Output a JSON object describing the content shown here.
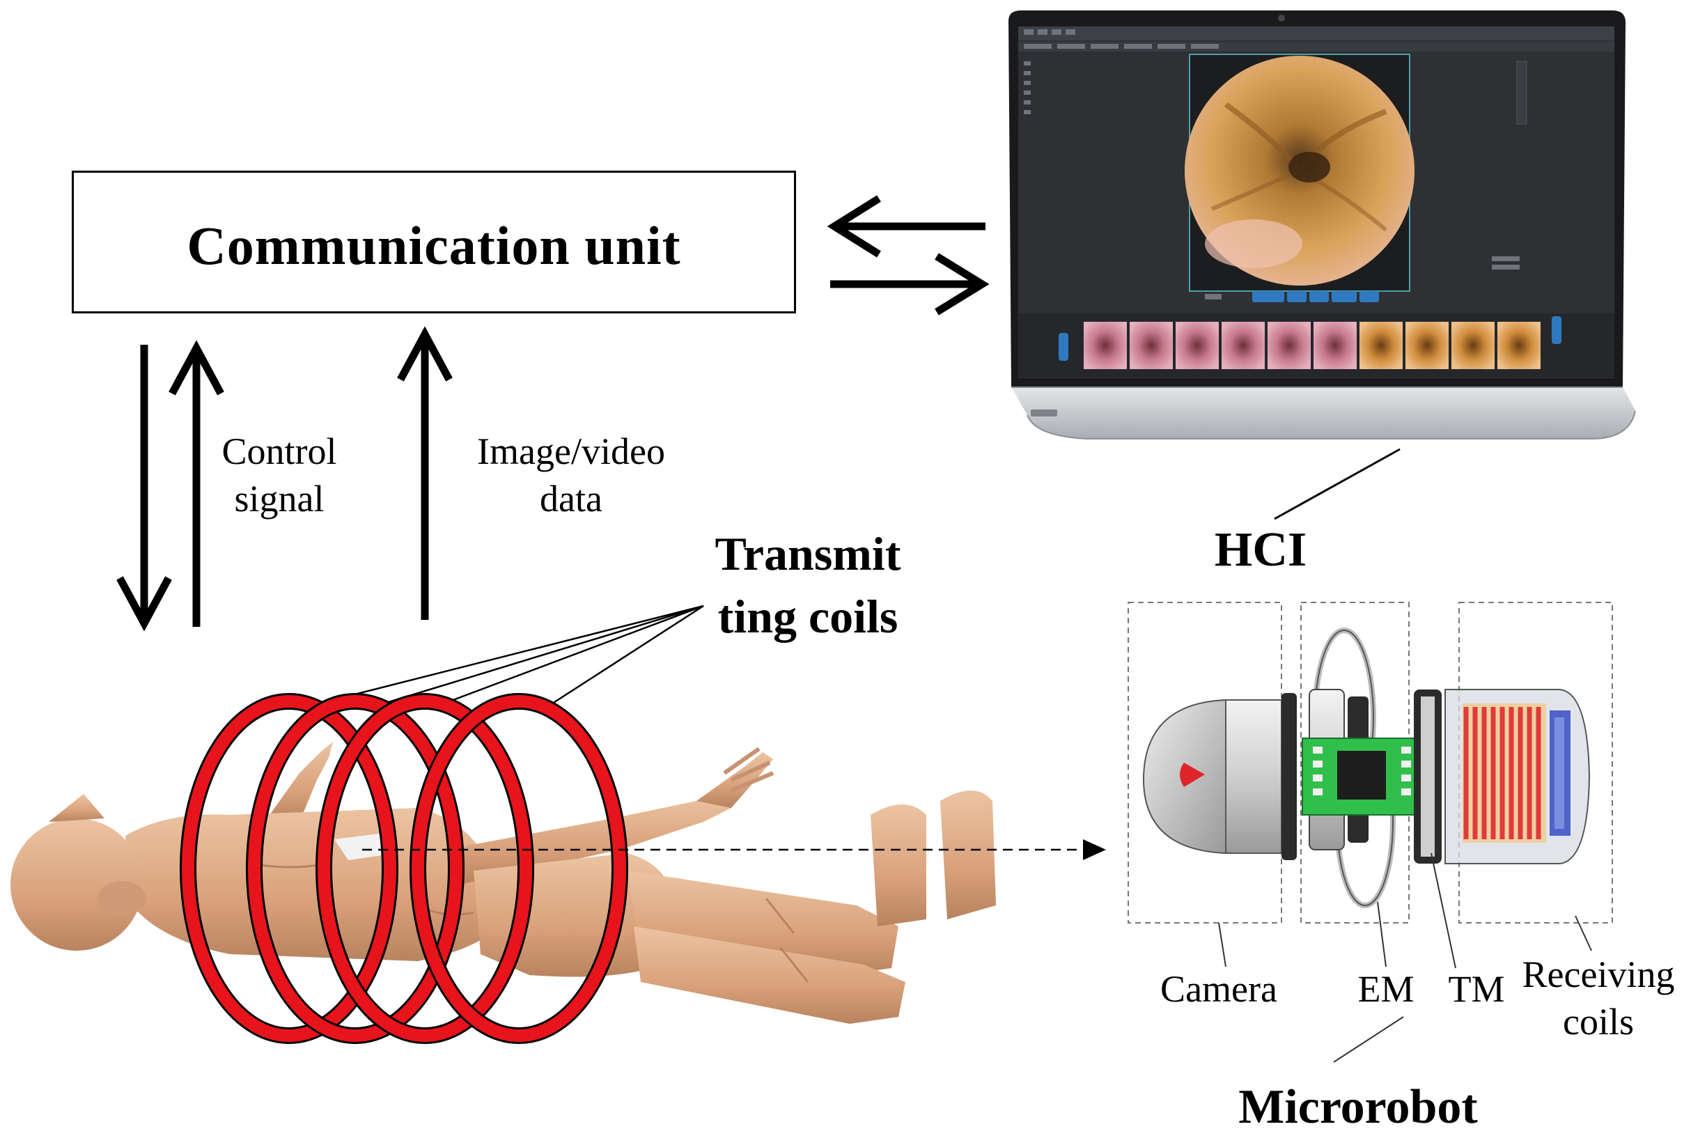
{
  "communication_unit": {
    "label": "Communication unit"
  },
  "control_signal": {
    "line1": "Control",
    "line2": "signal"
  },
  "image_video_data": {
    "line1": "Image/video",
    "line2": "data"
  },
  "transmitting_coils": {
    "line1": "Transmit",
    "line2": "ting coils"
  },
  "hci": {
    "label": "HCI"
  },
  "microrobot": {
    "title": "Microrobot",
    "parts": {
      "camera": "Camera",
      "em": "EM",
      "tm": "TM",
      "receiving_line1": "Receiving",
      "receiving_line2": "coils"
    }
  },
  "colors": {
    "coil_red": "#e8141b",
    "skin": "#e0b08c",
    "laptop_body": "#c9ccd0",
    "screen_dark": "#2f3135"
  }
}
